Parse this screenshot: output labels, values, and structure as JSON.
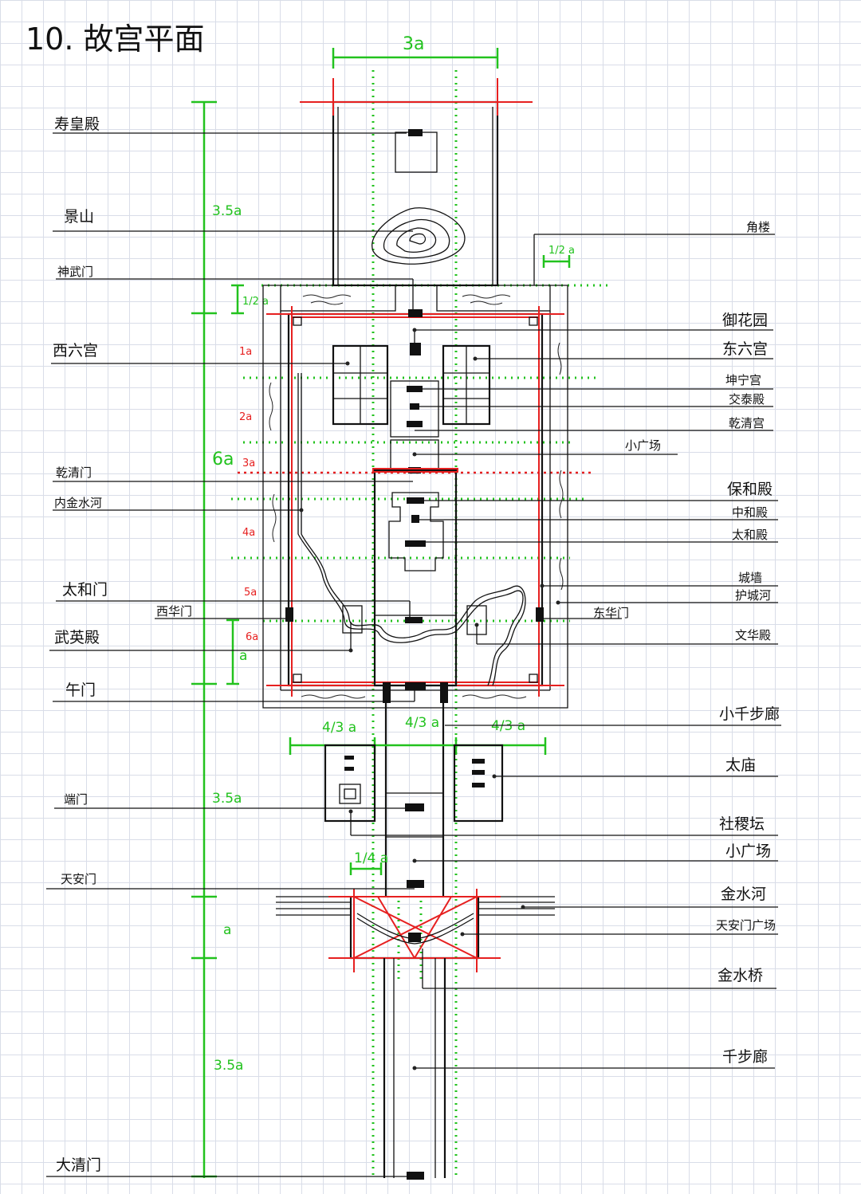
{
  "title": "10. 故宫平面",
  "labels_left": {
    "shouhuang": "寿皇殿",
    "jingshan": "景山",
    "shenwu": "神武门",
    "xiliugong": "西六宫",
    "qianqingmen": "乾清门",
    "neijinshuihe": "内金水河",
    "taihemen": "太和门",
    "xihuamen": "西华门",
    "wuying": "武英殿",
    "wumen": "午门",
    "duanmen": "端门",
    "tiananmen": "天安门",
    "daqingmen": "大清门"
  },
  "labels_right": {
    "jiaolou": "角楼",
    "yuhuayuan": "御花园",
    "dongliugong": "东六宫",
    "kunninggong": "坤宁宫",
    "jiaotaidian": "交泰殿",
    "qianqinggong": "乾清宫",
    "xiaoguangchang1": "小广场",
    "baohedian": "保和殿",
    "zhonghedian": "中和殿",
    "taihedian": "太和殿",
    "chengqiang": "城墙",
    "huchenghe": "护城河",
    "donghuamen": "东华门",
    "wenhuadian": "文华殿",
    "xiaoqianbulang": "小千步廊",
    "taimiao": "太庙",
    "shejitan": "社稷坛",
    "xiaoguangchang2": "小广场",
    "jinshuihe": "金水河",
    "tiananmenguangchang": "天安门广场",
    "jinshuiqiao": "金水桥",
    "qianbulang": "千步廊"
  },
  "dimensions": {
    "top_width": "3a",
    "north_span": "3.5a",
    "palace_span": "6a",
    "south_span": "3.5a",
    "square_span": "a",
    "approach_span": "3.5a",
    "half_a_left": "1/2 a",
    "half_a_right": "1/2 a",
    "grid_1a": "1a",
    "grid_2a": "2a",
    "grid_3a": "3a",
    "grid_4a": "4a",
    "grid_5a": "5a",
    "grid_6a": "6a",
    "wuying_a": "a",
    "four_thirds_left": "4/3 a",
    "four_thirds_mid": "4/3 a",
    "four_thirds_right": "4/3 a",
    "quarter_a": "1/4 a"
  },
  "colors": {
    "ink": "#111111",
    "axis_green": "#22c21e",
    "axis_red": "#e62020",
    "grid": "#d9dde8"
  }
}
